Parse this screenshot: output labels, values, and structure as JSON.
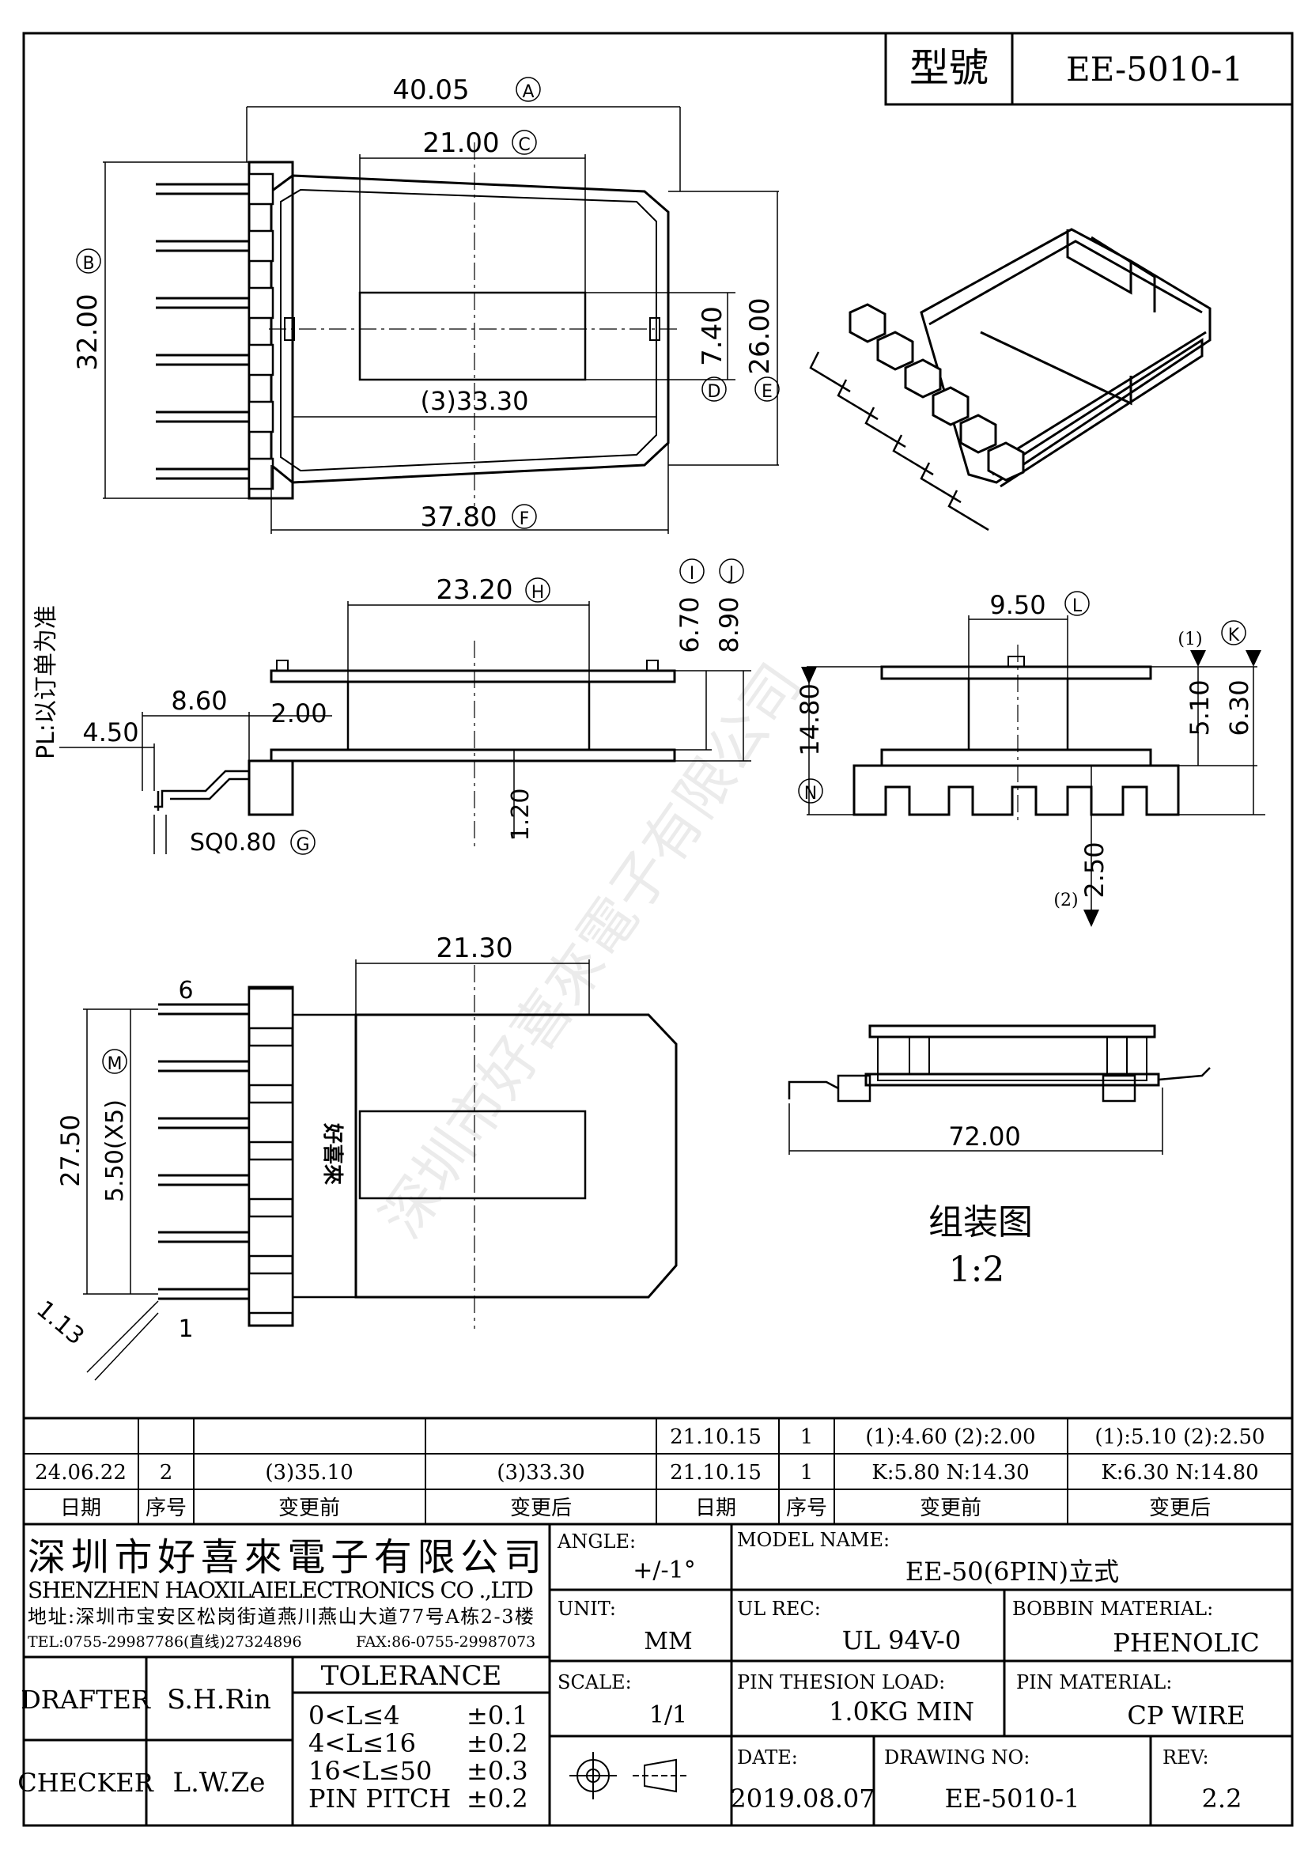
{
  "model_box": {
    "label": "型號",
    "value": "EE-5010-1"
  },
  "top_view": {
    "dims": [
      "40.05",
      "21.00",
      "32.00",
      "7.40",
      "26.00",
      "(3)33.30",
      "37.80"
    ],
    "circles": [
      "A",
      "C",
      "B",
      "D",
      "E",
      "F"
    ]
  },
  "side_view": {
    "note": "PL:以订单为准",
    "dims": [
      "23.20",
      "6.70",
      "8.90",
      "8.60",
      "4.50",
      "2.00",
      "1.20",
      "SQ0.80"
    ],
    "circles": [
      "H",
      "I",
      "J",
      "G"
    ]
  },
  "end_view": {
    "dims": [
      "9.50",
      "14.80",
      "5.10",
      "6.30",
      "2.50"
    ],
    "marks": [
      "(1)",
      "(2)"
    ],
    "circles": [
      "L",
      "K",
      "N"
    ]
  },
  "bottom_view": {
    "dims": [
      "21.30",
      "27.50",
      "5.50(X5)",
      "1.13"
    ],
    "pins": [
      "6",
      "1"
    ],
    "circles": [
      "M"
    ],
    "marking": "好喜來"
  },
  "assembly": {
    "dim": "72.00",
    "title": "组装图",
    "scale": "1:2"
  },
  "watermark": "深圳市好喜來電子有限公司",
  "revisions": {
    "headers": [
      "日期",
      "序号",
      "变更前",
      "变更后",
      "日期",
      "序号",
      "变更前",
      "变更后"
    ],
    "row1": [
      "",
      "",
      "",
      "",
      "21.10.15",
      "1",
      "(1):4.60  (2):2.00",
      "(1):5.10  (2):2.50"
    ],
    "row2": [
      "24.06.22",
      "2",
      "(3)35.10",
      "(3)33.30",
      "21.10.15",
      "1",
      "K:5.80  N:14.30",
      "K:6.30  N:14.80"
    ]
  },
  "company": {
    "name_cn": "深圳市好喜來電子有限公司",
    "name_en": "SHENZHEN HAOXILAIELECTRONICS CO .,LTD",
    "address": "地址:深圳市宝安区松岗街道燕川燕山大道77号A栋2-3楼",
    "tel": "TEL:0755-29987786(直线)27324896",
    "fax": "FAX:86-0755-29987073"
  },
  "people": {
    "drafter_label": "DRAFTER",
    "drafter": "S.H.Rin",
    "checker_label": "CHECKER",
    "checker": "L.W.Ze"
  },
  "tolerance": {
    "title": "TOLERANCE",
    "rows": [
      {
        "range": "0<L≤4",
        "value": "±0.1"
      },
      {
        "range": "4<L≤16",
        "value": "±0.2"
      },
      {
        "range": "16<L≤50",
        "value": "±0.3"
      },
      {
        "range": "PIN PITCH",
        "value": "±0.2"
      }
    ]
  },
  "fields": {
    "angle_label": "ANGLE:",
    "angle": "+/-1°",
    "unit_label": "UNIT:",
    "unit": "MM",
    "scale_label": "SCALE:",
    "scale": "1/1",
    "model_label": "MODEL NAME:",
    "model": "EE-50(6PIN)立式",
    "ul_label": "UL REC:",
    "ul": "UL 94V-0",
    "bobbin_label": "BOBBIN MATERIAL:",
    "bobbin": "PHENOLIC",
    "load_label": "PIN THESION LOAD:",
    "load": "1.0KG MIN",
    "pinmat_label": "PIN MATERIAL:",
    "pinmat": "CP  WIRE",
    "date_label": "DATE:",
    "date": "2019.08.07",
    "drawno_label": "DRAWING NO:",
    "drawno": "EE-5010-1",
    "rev_label": "REV:",
    "rev": "2.2"
  }
}
